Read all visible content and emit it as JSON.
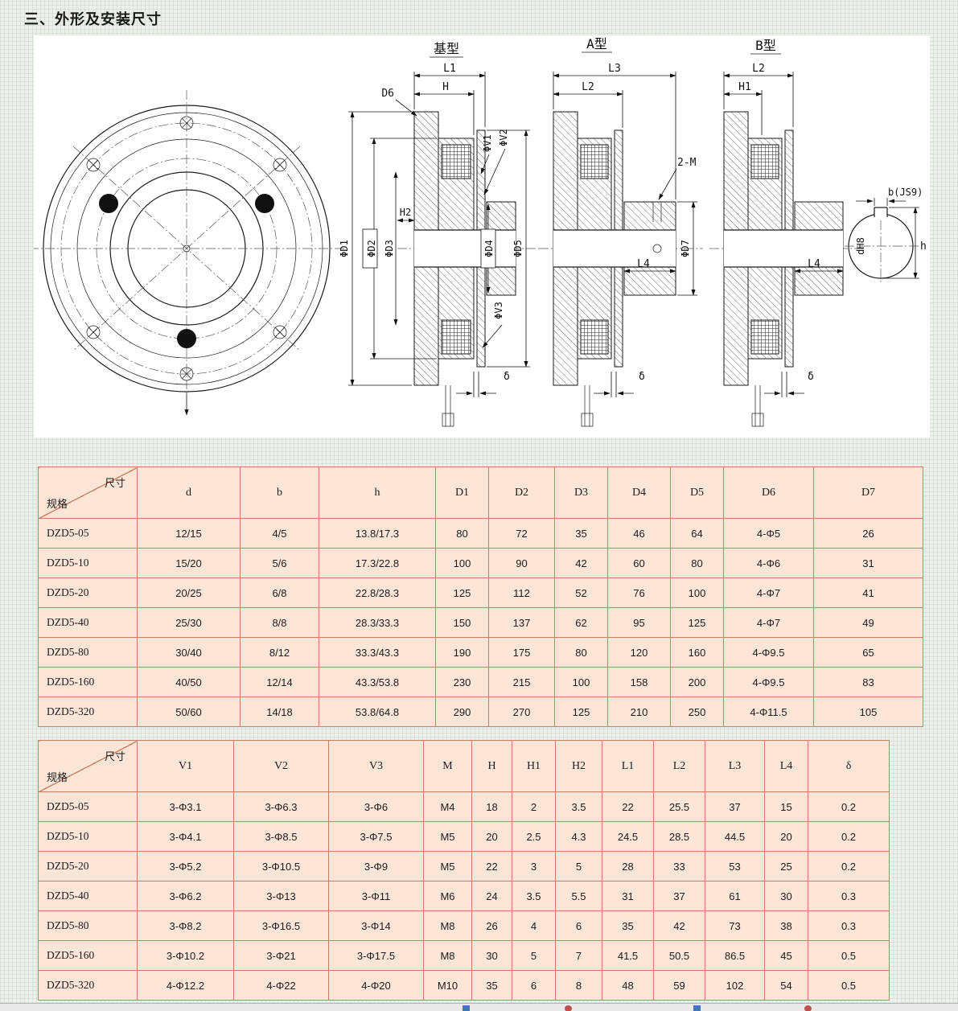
{
  "page": {
    "title": "三、外形及安装尺寸"
  },
  "colors": {
    "table_border": "#c97f64",
    "table_bg": "#fbe5d6",
    "page_bg": "#edf1ec"
  },
  "drawing": {
    "views": {
      "basic": "基型",
      "type_a": "A型",
      "type_b": "B型"
    },
    "labels": {
      "l1": "L1",
      "h": "H",
      "d6": "D6",
      "v1": "ΦV1",
      "v2": "ΦV2",
      "h2": "H2",
      "d1": "ΦD1",
      "d2": "ΦD2",
      "d3": "ΦD3",
      "d4": "ΦD4",
      "d5": "ΦD5",
      "v3": "ΦV3",
      "delta": "δ",
      "l3": "L3",
      "l2": "L2",
      "two_m": "2-M",
      "l4": "L4",
      "d7": "ΦD7",
      "h1": "H1",
      "b_key": "b(JS9)",
      "d_key": "dH8",
      "h_key": "h"
    }
  },
  "tables": [
    {
      "corner_top": "尺寸",
      "corner_bottom": "规格",
      "columns": [
        "d",
        "b",
        "h",
        "D1",
        "D2",
        "D3",
        "D4",
        "D5",
        "D6",
        "D7"
      ],
      "rows": [
        {
          "model": "DZD5-05",
          "values": [
            "12/15",
            "4/5",
            "13.8/17.3",
            "80",
            "72",
            "35",
            "46",
            "64",
            "4-Φ5",
            "26"
          ]
        },
        {
          "model": "DZD5-10",
          "values": [
            "15/20",
            "5/6",
            "17.3/22.8",
            "100",
            "90",
            "42",
            "60",
            "80",
            "4-Φ6",
            "31"
          ]
        },
        {
          "model": "DZD5-20",
          "values": [
            "20/25",
            "6/8",
            "22.8/28.3",
            "125",
            "112",
            "52",
            "76",
            "100",
            "4-Φ7",
            "41"
          ]
        },
        {
          "model": "DZD5-40",
          "values": [
            "25/30",
            "8/8",
            "28.3/33.3",
            "150",
            "137",
            "62",
            "95",
            "125",
            "4-Φ7",
            "49"
          ]
        },
        {
          "model": "DZD5-80",
          "values": [
            "30/40",
            "8/12",
            "33.3/43.3",
            "190",
            "175",
            "80",
            "120",
            "160",
            "4-Φ9.5",
            "65"
          ]
        },
        {
          "model": "DZD5-160",
          "values": [
            "40/50",
            "12/14",
            "43.3/53.8",
            "230",
            "215",
            "100",
            "158",
            "200",
            "4-Φ9.5",
            "83"
          ]
        },
        {
          "model": "DZD5-320",
          "values": [
            "50/60",
            "14/18",
            "53.8/64.8",
            "290",
            "270",
            "125",
            "210",
            "250",
            "4-Φ11.5",
            "105"
          ]
        }
      ]
    },
    {
      "corner_top": "尺寸",
      "corner_bottom": "规格",
      "columns": [
        "V1",
        "V2",
        "V3",
        "M",
        "H",
        "H1",
        "H2",
        "L1",
        "L2",
        "L3",
        "L4",
        "δ"
      ],
      "rows": [
        {
          "model": "DZD5-05",
          "values": [
            "3-Φ3.1",
            "3-Φ6.3",
            "3-Φ6",
            "M4",
            "18",
            "2",
            "3.5",
            "22",
            "25.5",
            "37",
            "15",
            "0.2"
          ]
        },
        {
          "model": "DZD5-10",
          "values": [
            "3-Φ4.1",
            "3-Φ8.5",
            "3-Φ7.5",
            "M5",
            "20",
            "2.5",
            "4.3",
            "24.5",
            "28.5",
            "44.5",
            "20",
            "0.2"
          ]
        },
        {
          "model": "DZD5-20",
          "values": [
            "3-Φ5.2",
            "3-Φ10.5",
            "3-Φ9",
            "M5",
            "22",
            "3",
            "5",
            "28",
            "33",
            "53",
            "25",
            "0.2"
          ]
        },
        {
          "model": "DZD5-40",
          "values": [
            "3-Φ6.2",
            "3-Φ13",
            "3-Φ11",
            "M6",
            "24",
            "3.5",
            "5.5",
            "31",
            "37",
            "61",
            "30",
            "0.3"
          ]
        },
        {
          "model": "DZD5-80",
          "values": [
            "3-Φ8.2",
            "3-Φ16.5",
            "3-Φ14",
            "M8",
            "26",
            "4",
            "6",
            "35",
            "42",
            "73",
            "38",
            "0.3"
          ]
        },
        {
          "model": "DZD5-160",
          "values": [
            "3-Φ10.2",
            "3-Φ21",
            "3-Φ17.5",
            "M8",
            "30",
            "5",
            "7",
            "41.5",
            "50.5",
            "86.5",
            "45",
            "0.5"
          ]
        },
        {
          "model": "DZD5-320",
          "values": [
            "4-Φ12.2",
            "4-Φ22",
            "4-Φ20",
            "M10",
            "35",
            "6",
            "8",
            "48",
            "59",
            "102",
            "54",
            "0.5"
          ]
        }
      ]
    }
  ]
}
